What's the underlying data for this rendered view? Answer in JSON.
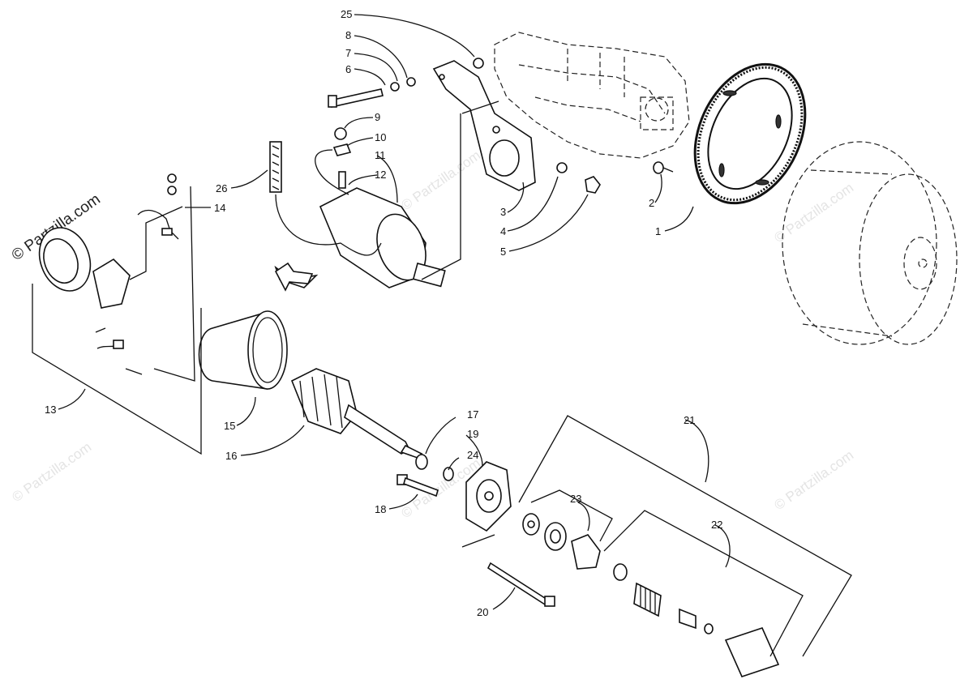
{
  "diagram": {
    "copyright": "© Partzilla.com",
    "watermark_text": "© Partzilla.com",
    "callouts": [
      {
        "id": "1",
        "label": "1"
      },
      {
        "id": "2",
        "label": "2"
      },
      {
        "id": "3",
        "label": "3"
      },
      {
        "id": "4",
        "label": "4"
      },
      {
        "id": "5",
        "label": "5"
      },
      {
        "id": "6",
        "label": "6"
      },
      {
        "id": "7",
        "label": "7"
      },
      {
        "id": "8",
        "label": "8"
      },
      {
        "id": "9",
        "label": "9"
      },
      {
        "id": "10",
        "label": "10"
      },
      {
        "id": "11",
        "label": "11"
      },
      {
        "id": "12",
        "label": "12"
      },
      {
        "id": "13",
        "label": "13"
      },
      {
        "id": "14",
        "label": "14"
      },
      {
        "id": "15",
        "label": "15"
      },
      {
        "id": "16",
        "label": "16"
      },
      {
        "id": "17",
        "label": "17"
      },
      {
        "id": "18",
        "label": "18"
      },
      {
        "id": "19",
        "label": "19"
      },
      {
        "id": "20",
        "label": "20"
      },
      {
        "id": "21",
        "label": "21"
      },
      {
        "id": "22",
        "label": "22"
      },
      {
        "id": "23",
        "label": "23"
      },
      {
        "id": "24",
        "label": "24"
      },
      {
        "id": "25",
        "label": "25"
      },
      {
        "id": "26",
        "label": "26"
      }
    ]
  }
}
